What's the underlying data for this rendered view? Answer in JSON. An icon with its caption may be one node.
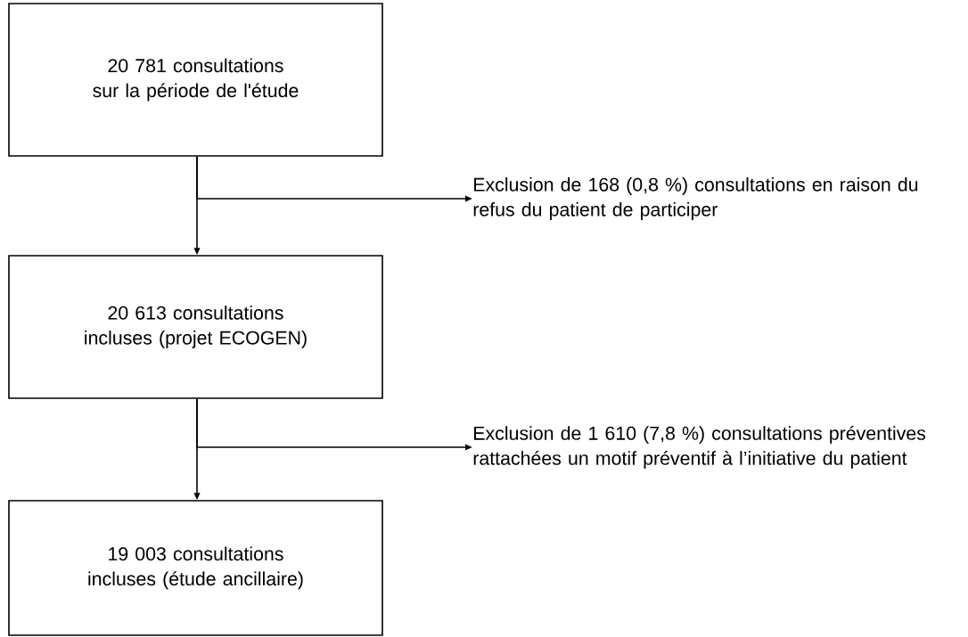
{
  "diagram": {
    "nodes": [
      {
        "text": [
          "20 781 consultations sur la période de l'étude"
        ]
      },
      {
        "text": [
          "Exclusion de 168 (0,8 %) consultations en raison du refus du patient de participer"
        ]
      },
      {
        "text": [
          "20 613 consultations incluses (projet ECOGEN)"
        ]
      },
      {
        "text": [
          "Exclusion de 1 610 (7,8 %) consultations préventives rattachées un motif préventif à l’initiative du patient"
        ]
      },
      {
        "text": [
          "19 003 consultations incluses (étude ancillaire)"
        ]
      }
    ],
    "edges": [
      {
        "from": 0,
        "to": 2,
        "arrow": "to"
      },
      {
        "from": 0,
        "to": 1,
        "arrow": "to"
      },
      {
        "from": 2,
        "to": 4,
        "arrow": "to"
      },
      {
        "from": 2,
        "to": 3,
        "arrow": "to"
      }
    ]
  }
}
